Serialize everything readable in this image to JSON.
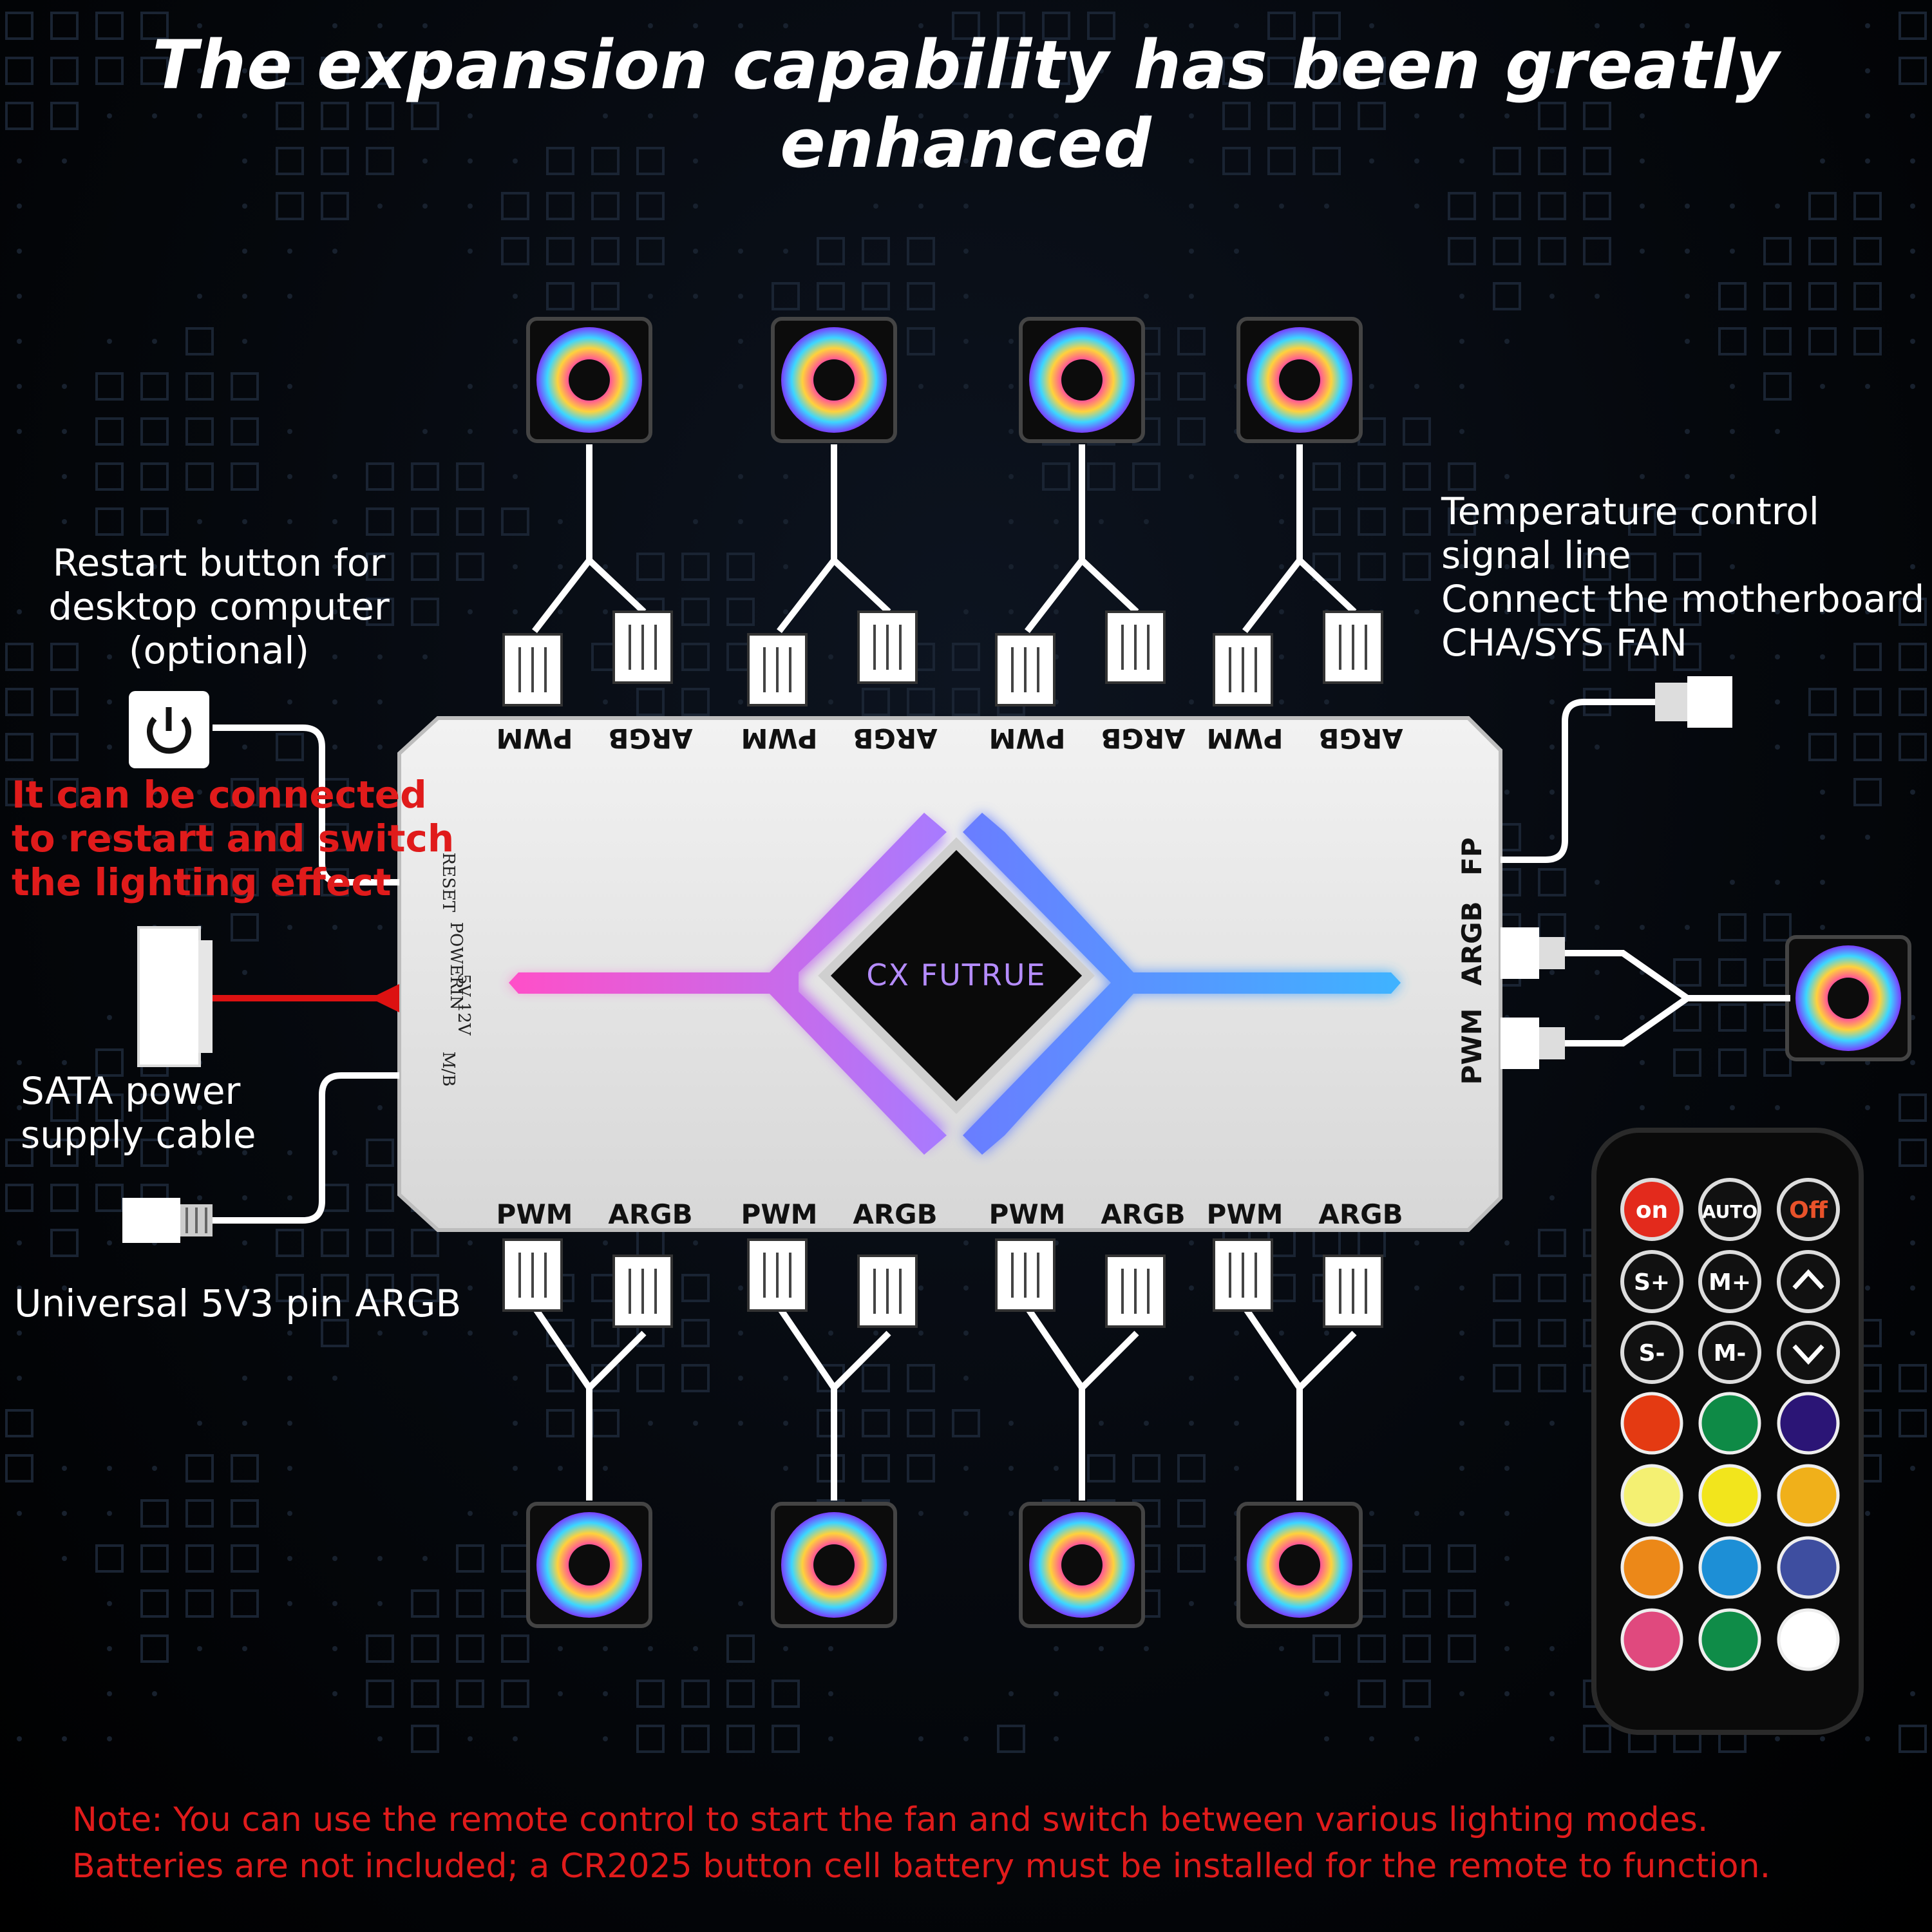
{
  "title": "The expansion capability has been greatly enhanced",
  "labels": {
    "restart_button": [
      "Restart button for",
      "desktop computer",
      "(optional)"
    ],
    "restart_note": [
      "It can be connected",
      "to restart and switch",
      "the lighting effect"
    ],
    "sata": [
      "SATA power",
      "supply cable"
    ],
    "argb_cable": "Universal 5V3 pin ARGB",
    "temperature": [
      "Temperature control",
      "signal line",
      "Connect the motherboard",
      "CHA/SYS FAN"
    ]
  },
  "hub": {
    "brand": "CX FUTRUE",
    "port_pwm": "PWM",
    "port_argb": "ARGB",
    "side_left": [
      "RESET",
      "POWERIN",
      "5V 12V",
      "M/B"
    ],
    "side_right": [
      "FP",
      "ARGB",
      "PWM"
    ]
  },
  "remote": {
    "buttons": [
      "on",
      "AUTO",
      "Off",
      "S+",
      "M+",
      "S-",
      "M-"
    ],
    "color_buttons": [
      "#e43a12",
      "#0e8a46",
      "#2b1576",
      "#f4f072",
      "#f2e51c",
      "#f0b01a",
      "#ec8818",
      "#1d8fd6",
      "#3e4ea0",
      "#e0497e",
      "#0f8c48",
      "#ffffff"
    ]
  },
  "note": [
    "Note: You can use the remote control to start the fan and switch between various lighting modes.",
    "Batteries are not included; a CR2025 button cell battery must be installed for the remote to function."
  ]
}
